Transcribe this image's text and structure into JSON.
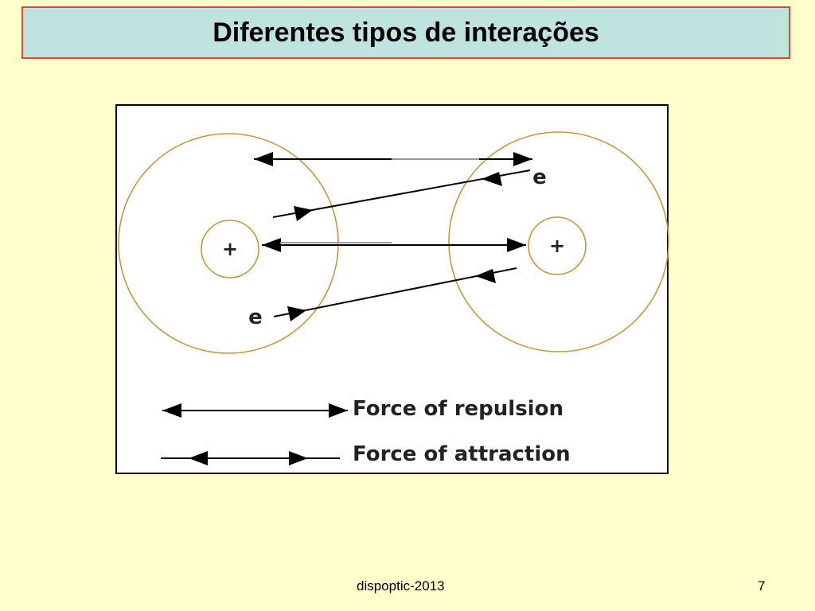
{
  "slide": {
    "title": "Diferentes tipos de interações",
    "footer": "dispoptic-2013",
    "page_number": "7"
  },
  "diagram": {
    "nucleus_left_symbol": "+",
    "nucleus_right_symbol": "+",
    "electron_top_right_symbol": "e",
    "electron_bottom_left_symbol": "e",
    "legend": {
      "repulsion_label": "Force of repulsion",
      "attraction_label": "Force of attraction"
    }
  },
  "colors": {
    "background": "#FFFFCC",
    "title_fill": "#BFE3DF",
    "title_border": "#E8432B",
    "orbit": "#C8963E"
  }
}
